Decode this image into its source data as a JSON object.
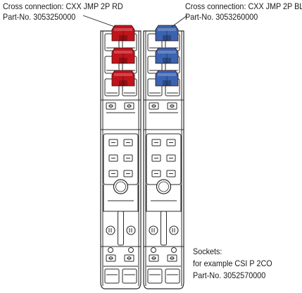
{
  "captions": {
    "red_bridge": {
      "line1": "Cross connection: CXX JMP 2P RD",
      "line2": "Part-No. 3053250000"
    },
    "blue_bridge": {
      "line1": "Cross connection: CXX JMP 2P BL",
      "line2": "Part-No. 3053260000"
    },
    "sockets": {
      "line1": "Sockets:",
      "line2": "for example CSI P 2CO",
      "line3": "Part-No. 3052570000"
    }
  },
  "colors": {
    "red_bridge": "#c0141c",
    "blue_bridge": "#3a63b0",
    "outline": "#2a2a2a",
    "leader": "#1a1a1a"
  }
}
